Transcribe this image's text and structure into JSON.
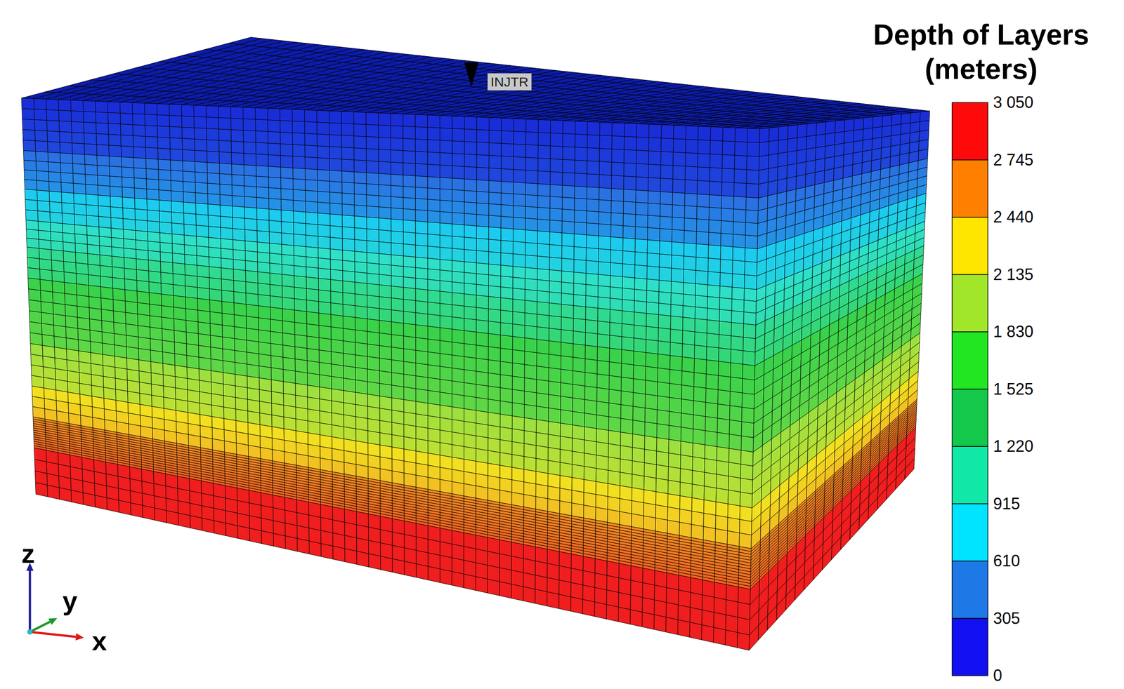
{
  "diagram": {
    "title": "Depth of Layers (meters)",
    "nodes": [
      {
        "text": [
          "INJTR"
        ]
      }
    ],
    "labels": [
      "3 050",
      "2 745",
      "2 440",
      "2 135",
      "1 830",
      "1 525",
      "1 220",
      "915",
      "610",
      "305",
      "0",
      "z",
      "y",
      "x"
    ]
  }
}
